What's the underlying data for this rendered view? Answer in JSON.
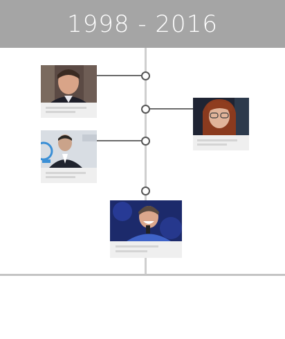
{
  "header": {
    "title": "1998 - 2016"
  },
  "timeline": {
    "entries": [
      {
        "name": "entry-1",
        "side": "left",
        "photo_desc": "man-in-suit-portrait"
      },
      {
        "name": "entry-2",
        "side": "right",
        "photo_desc": "woman-with-glasses-portrait"
      },
      {
        "name": "entry-3",
        "side": "left",
        "photo_desc": "man-at-podium-portrait"
      },
      {
        "name": "entry-4",
        "side": "center",
        "photo_desc": "man-laughing-on-stage"
      }
    ]
  }
}
